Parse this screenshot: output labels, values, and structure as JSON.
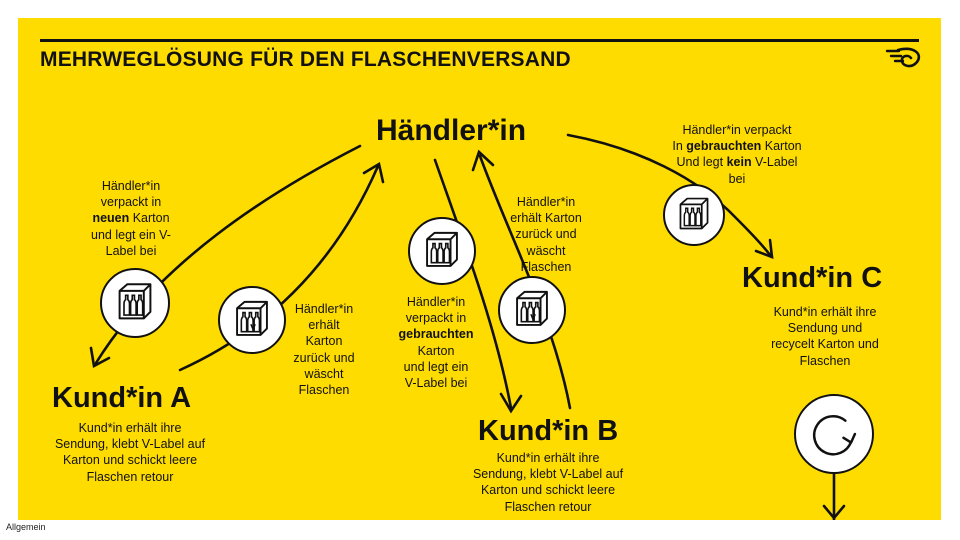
{
  "title": "MEHRWEGLÖSUNG FÜR DEN FLASCHENVERSAND",
  "footer": "Allgemein",
  "colors": {
    "background": "#ffdc00",
    "ink": "#111111",
    "icon_fill": "#ffffff"
  },
  "nodes": {
    "haendler": "Händler*in",
    "kunde_a": "Kund*in A",
    "kunde_b": "Kund*in B",
    "kunde_c": "Kund*in C"
  },
  "notes": {
    "a_out": [
      "Händler*in",
      "verpackt in",
      [
        "neuen",
        " Karton"
      ],
      "und legt ein V-",
      "Label bei"
    ],
    "a_back": [
      "Händler*in",
      "erhält",
      "Karton",
      "zurück und",
      "wäscht",
      "Flaschen"
    ],
    "b_out": [
      "Händler*in",
      "verpackt in",
      [
        "gebrauchten"
      ],
      "Karton",
      "und legt ein",
      "V-Label bei"
    ],
    "b_back": [
      "Händler*in",
      "erhält Karton",
      "zurück und",
      "wäscht",
      "Flaschen"
    ],
    "c_out": [
      "Händler*in verpackt",
      [
        "In ",
        "gebrauchten",
        " Karton"
      ],
      [
        "Und legt ",
        "kein",
        " V-Label"
      ],
      "bei"
    ]
  },
  "customer_texts": {
    "a": [
      "Kund*in erhält ihre",
      "Sendung, klebt V-Label auf",
      "Karton und schickt leere",
      "Flaschen retour"
    ],
    "b": [
      "Kund*in erhält ihre",
      "Sendung, klebt V-Label auf",
      "Karton und schickt leere",
      "Flaschen retour"
    ],
    "c": [
      "Kund*in erhält ihre",
      "Sendung und",
      "recycelt Karton und",
      "Flaschen"
    ]
  },
  "icons": {
    "box_new": "bottle-box-icon",
    "box_labeled": "bottle-box-v-label-icon",
    "recycle": "recycle-icon",
    "logo": "post-horn-logo"
  }
}
